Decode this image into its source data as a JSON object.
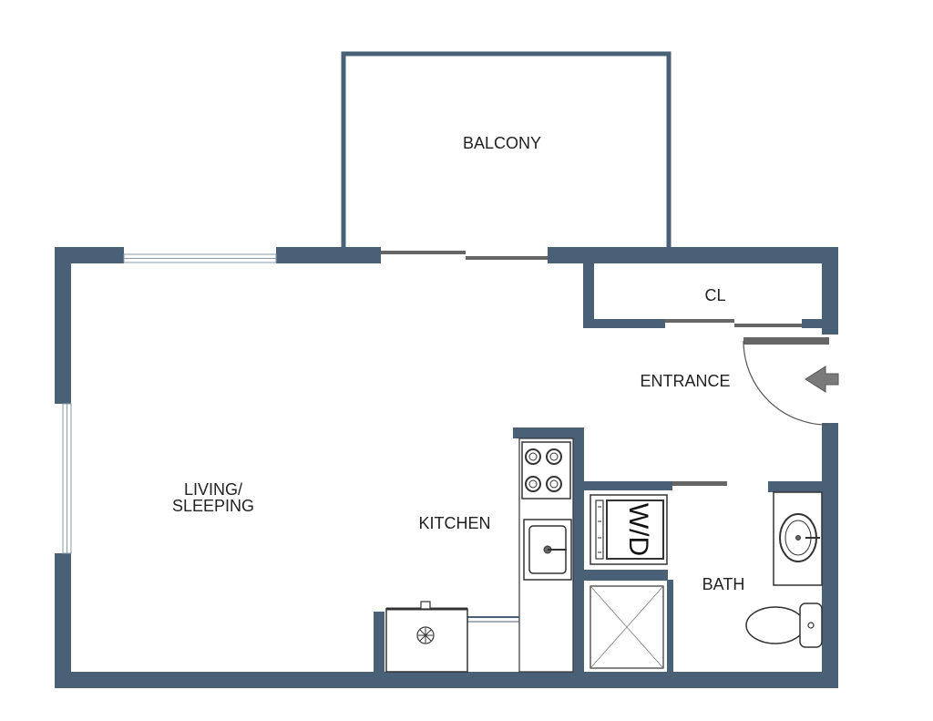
{
  "colors": {
    "wall": "#4a6076",
    "door": "#666666",
    "background": "#ffffff",
    "fixture_stroke": "#333333"
  },
  "rooms": {
    "balcony": "BALCONY",
    "closet": "CL",
    "entrance": "ENTRANCE",
    "living_line1": "LIVING/",
    "living_line2": "SLEEPING",
    "kitchen": "KITCHEN",
    "bath": "BATH"
  },
  "fixtures": {
    "washer_dryer_label": "W/D"
  },
  "icons": {
    "entry_arrow": "arrow-left-icon"
  }
}
